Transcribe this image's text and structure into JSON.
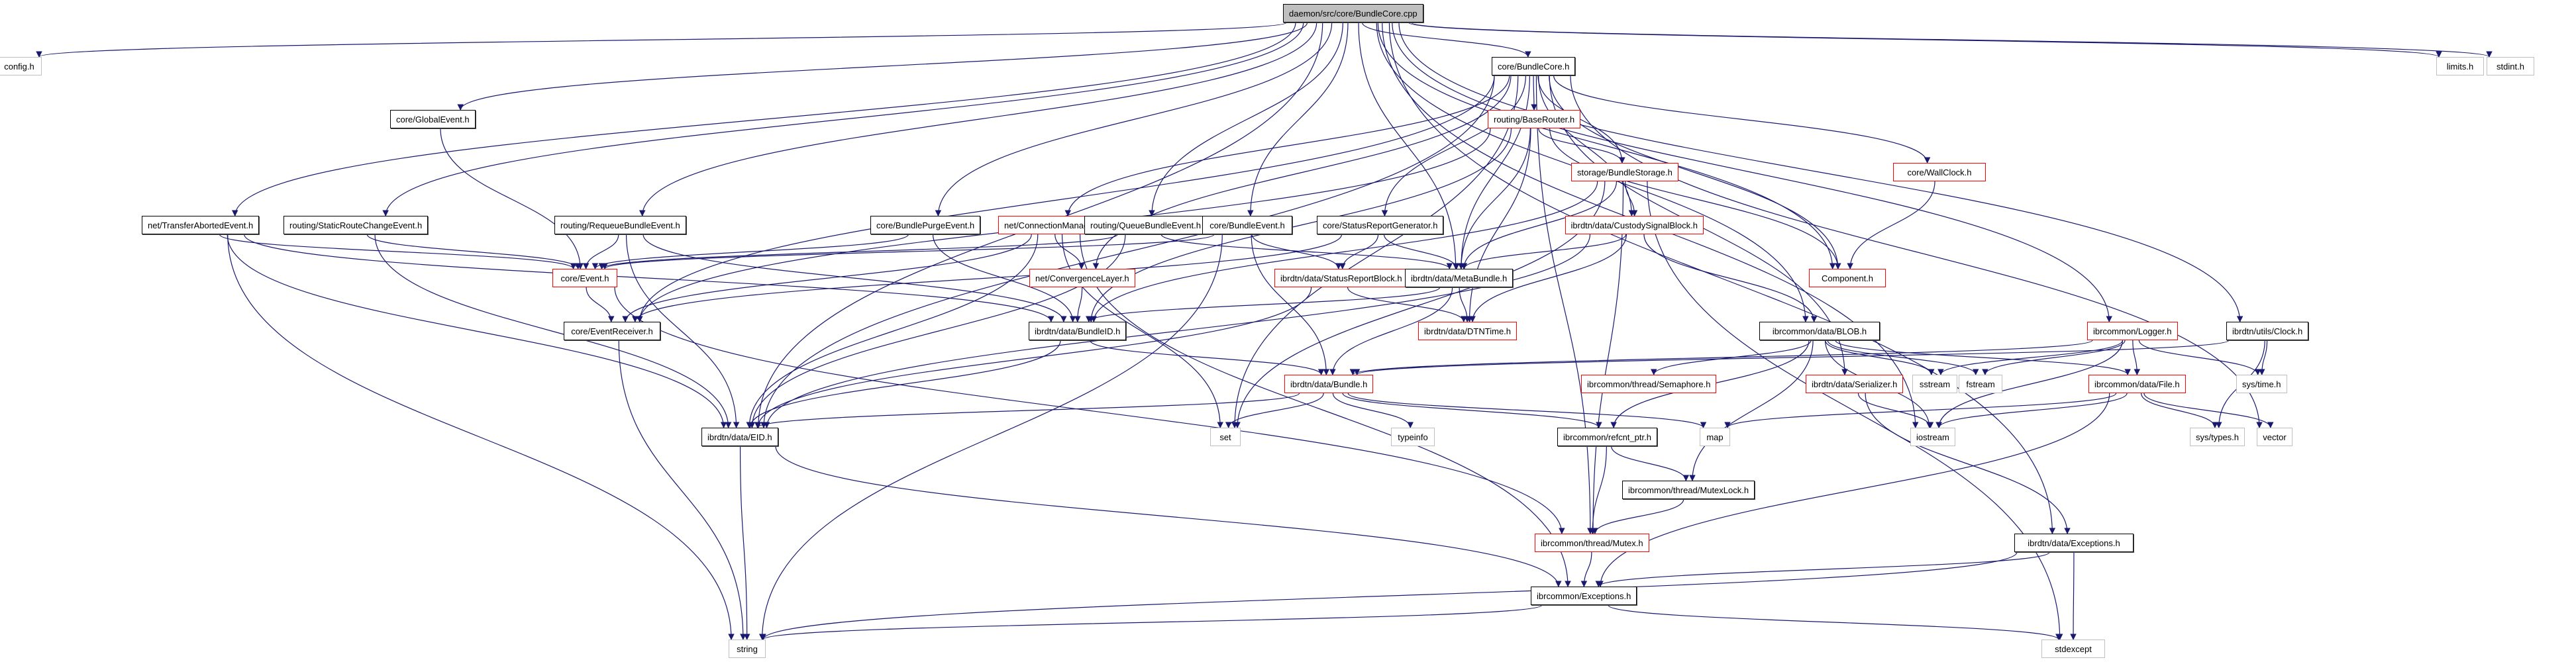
{
  "title": "daemon/src/core/BundleCore.cpp include dependency graph",
  "colors": {
    "edge": "#191970",
    "documented_border": "#000000",
    "truncated_border": "#ff0000",
    "external_border": "#bfbfbf",
    "root_fill": "#bfbfbf"
  },
  "nodes": [
    {
      "id": "root",
      "label": "daemon/src/core/BundleCore.cpp",
      "kind": "root"
    },
    {
      "id": "config",
      "label": "config.h",
      "kind": "ext"
    },
    {
      "id": "limits",
      "label": "limits.h",
      "kind": "ext"
    },
    {
      "id": "stdint",
      "label": "stdint.h",
      "kind": "ext"
    },
    {
      "id": "bundlecore_h",
      "label": "core/BundleCore.h",
      "kind": "doc"
    },
    {
      "id": "globalevent",
      "label": "core/GlobalEvent.h",
      "kind": "doc"
    },
    {
      "id": "transferaborted",
      "label": "net/TransferAbortedEvent.h",
      "kind": "doc"
    },
    {
      "id": "staticroute",
      "label": "routing/StaticRouteChangeEvent.h",
      "kind": "doc"
    },
    {
      "id": "requeue",
      "label": "routing/RequeueBundleEvent.h",
      "kind": "doc"
    },
    {
      "id": "bundlepurge",
      "label": "core/BundlePurgeEvent.h",
      "kind": "doc"
    },
    {
      "id": "connmgr",
      "label": "net/ConnectionManager.h",
      "kind": "red"
    },
    {
      "id": "queuebundle",
      "label": "routing/QueueBundleEvent.h",
      "kind": "doc"
    },
    {
      "id": "bundleevent",
      "label": "core/BundleEvent.h",
      "kind": "doc"
    },
    {
      "id": "statusgen",
      "label": "core/StatusReportGenerator.h",
      "kind": "doc"
    },
    {
      "id": "baserouter",
      "label": "routing/BaseRouter.h",
      "kind": "red"
    },
    {
      "id": "bundlestorage",
      "label": "storage/BundleStorage.h",
      "kind": "red"
    },
    {
      "id": "wallclock",
      "label": "core/WallClock.h",
      "kind": "red"
    },
    {
      "id": "custody",
      "label": "ibrdtn/data/CustodySignalBlock.h",
      "kind": "red"
    },
    {
      "id": "component",
      "label": "Component.h",
      "kind": "red"
    },
    {
      "id": "event",
      "label": "core/Event.h",
      "kind": "red"
    },
    {
      "id": "eventreceiver",
      "label": "core/EventReceiver.h",
      "kind": "doc"
    },
    {
      "id": "convlayer",
      "label": "net/ConvergenceLayer.h",
      "kind": "red"
    },
    {
      "id": "bundleid",
      "label": "ibrdtn/data/BundleID.h",
      "kind": "doc"
    },
    {
      "id": "statusreport",
      "label": "ibrdtn/data/StatusReportBlock.h",
      "kind": "red"
    },
    {
      "id": "metabundle",
      "label": "ibrdtn/data/MetaBundle.h",
      "kind": "doc"
    },
    {
      "id": "dtntime",
      "label": "ibrdtn/data/DTNTime.h",
      "kind": "red"
    },
    {
      "id": "blob",
      "label": "ibrcommon/data/BLOB.h",
      "kind": "doc"
    },
    {
      "id": "logger",
      "label": "ibrcommon/Logger.h",
      "kind": "red"
    },
    {
      "id": "clock",
      "label": "ibrdtn/utils/Clock.h",
      "kind": "doc"
    },
    {
      "id": "bundle",
      "label": "ibrdtn/data/Bundle.h",
      "kind": "red"
    },
    {
      "id": "semaphore",
      "label": "ibrcommon/thread/Semaphore.h",
      "kind": "red"
    },
    {
      "id": "serializer",
      "label": "ibrdtn/data/Serializer.h",
      "kind": "red"
    },
    {
      "id": "sstream",
      "label": "sstream",
      "kind": "ext"
    },
    {
      "id": "fstream",
      "label": "fstream",
      "kind": "ext"
    },
    {
      "id": "file",
      "label": "ibrcommon/data/File.h",
      "kind": "red"
    },
    {
      "id": "systime",
      "label": "sys/time.h",
      "kind": "ext"
    },
    {
      "id": "eid",
      "label": "ibrdtn/data/EID.h",
      "kind": "doc"
    },
    {
      "id": "set",
      "label": "set",
      "kind": "ext"
    },
    {
      "id": "typeinfo",
      "label": "typeinfo",
      "kind": "ext"
    },
    {
      "id": "refcnt",
      "label": "ibrcommon/refcnt_ptr.h",
      "kind": "doc"
    },
    {
      "id": "map",
      "label": "map",
      "kind": "ext"
    },
    {
      "id": "iostream",
      "label": "iostream",
      "kind": "ext"
    },
    {
      "id": "systypes",
      "label": "sys/types.h",
      "kind": "ext"
    },
    {
      "id": "vector",
      "label": "vector",
      "kind": "ext"
    },
    {
      "id": "mutexlock",
      "label": "ibrcommon/thread/MutexLock.h",
      "kind": "doc"
    },
    {
      "id": "mutex",
      "label": "ibrcommon/thread/Mutex.h",
      "kind": "red"
    },
    {
      "id": "dtnexceptions",
      "label": "ibrdtn/data/Exceptions.h",
      "kind": "doc"
    },
    {
      "id": "exceptions",
      "label": "ibrcommon/Exceptions.h",
      "kind": "doc"
    },
    {
      "id": "string",
      "label": "string",
      "kind": "ext"
    },
    {
      "id": "stdexcept",
      "label": "stdexcept",
      "kind": "ext"
    }
  ],
  "edges": [
    [
      "root",
      "config"
    ],
    [
      "root",
      "limits"
    ],
    [
      "root",
      "stdint"
    ],
    [
      "root",
      "bundlecore_h"
    ],
    [
      "root",
      "globalevent"
    ],
    [
      "root",
      "transferaborted"
    ],
    [
      "root",
      "staticroute"
    ],
    [
      "root",
      "requeue"
    ],
    [
      "root",
      "bundlepurge"
    ],
    [
      "root",
      "queuebundle"
    ],
    [
      "root",
      "bundleevent"
    ],
    [
      "root",
      "metabundle"
    ],
    [
      "root",
      "eid"
    ],
    [
      "root",
      "logger"
    ],
    [
      "root",
      "clock"
    ],
    [
      "root",
      "dtnexceptions"
    ],
    [
      "root",
      "iostream"
    ],
    [
      "root",
      "blob"
    ],
    [
      "root",
      "component"
    ],
    [
      "bundlecore_h",
      "baserouter"
    ],
    [
      "bundlecore_h",
      "bundlestorage"
    ],
    [
      "bundlecore_h",
      "wallclock"
    ],
    [
      "bundlecore_h",
      "custody"
    ],
    [
      "bundlecore_h",
      "component"
    ],
    [
      "bundlecore_h",
      "connmgr"
    ],
    [
      "bundlecore_h",
      "statusgen"
    ],
    [
      "bundlecore_h",
      "convlayer"
    ],
    [
      "bundlecore_h",
      "eventreceiver"
    ],
    [
      "bundlecore_h",
      "eid"
    ],
    [
      "bundlecore_h",
      "set"
    ],
    [
      "bundlecore_h",
      "vector"
    ],
    [
      "bundlecore_h",
      "serializer"
    ],
    [
      "bundlecore_h",
      "metabundle"
    ],
    [
      "bundlecore_h",
      "mutex"
    ],
    [
      "globalevent",
      "event"
    ],
    [
      "transferaborted",
      "event"
    ],
    [
      "transferaborted",
      "eid"
    ],
    [
      "transferaborted",
      "bundleid"
    ],
    [
      "transferaborted",
      "string"
    ],
    [
      "staticroute",
      "event"
    ],
    [
      "staticroute",
      "eid"
    ],
    [
      "requeue",
      "event"
    ],
    [
      "requeue",
      "eid"
    ],
    [
      "requeue",
      "bundleid"
    ],
    [
      "bundlepurge",
      "event"
    ],
    [
      "bundlepurge",
      "bundleid"
    ],
    [
      "connmgr",
      "convlayer"
    ],
    [
      "connmgr",
      "eventreceiver"
    ],
    [
      "connmgr",
      "eid"
    ],
    [
      "connmgr",
      "exceptions"
    ],
    [
      "connmgr",
      "set"
    ],
    [
      "queuebundle",
      "event"
    ],
    [
      "queuebundle",
      "eid"
    ],
    [
      "queuebundle",
      "metabundle"
    ],
    [
      "bundleevent",
      "event"
    ],
    [
      "bundleevent",
      "bundle"
    ],
    [
      "bundleevent",
      "statusreport"
    ],
    [
      "bundleevent",
      "string"
    ],
    [
      "statusgen",
      "eventreceiver"
    ],
    [
      "statusgen",
      "statusreport"
    ],
    [
      "statusgen",
      "metabundle"
    ],
    [
      "baserouter",
      "bundlestorage"
    ],
    [
      "baserouter",
      "eventreceiver"
    ],
    [
      "baserouter",
      "bundleid"
    ],
    [
      "baserouter",
      "metabundle"
    ],
    [
      "baserouter",
      "dtntime"
    ],
    [
      "baserouter",
      "component"
    ],
    [
      "bundlestorage",
      "custody"
    ],
    [
      "bundlestorage",
      "metabundle"
    ],
    [
      "bundlestorage",
      "bundleid"
    ],
    [
      "bundlestorage",
      "set"
    ],
    [
      "bundlestorage",
      "mutex"
    ],
    [
      "bundlestorage",
      "stdexcept"
    ],
    [
      "wallclock",
      "component"
    ],
    [
      "custody",
      "metabundle"
    ],
    [
      "custody",
      "dtntime"
    ],
    [
      "custody",
      "blob"
    ],
    [
      "custody",
      "eid"
    ],
    [
      "event",
      "eventreceiver"
    ],
    [
      "event",
      "mutex"
    ],
    [
      "eventreceiver",
      "string"
    ],
    [
      "convlayer",
      "bundleid"
    ],
    [
      "bundleid",
      "eid"
    ],
    [
      "bundleid",
      "bundle"
    ],
    [
      "statusreport",
      "dtntime"
    ],
    [
      "statusreport",
      "eid"
    ],
    [
      "metabundle",
      "dtntime"
    ],
    [
      "metabundle",
      "bundleid"
    ],
    [
      "metabundle",
      "bundle"
    ],
    [
      "blob",
      "semaphore"
    ],
    [
      "blob",
      "refcnt"
    ],
    [
      "blob",
      "mutexlock"
    ],
    [
      "blob",
      "sstream"
    ],
    [
      "blob",
      "fstream"
    ],
    [
      "blob",
      "file"
    ],
    [
      "blob",
      "iostream"
    ],
    [
      "logger",
      "sstream"
    ],
    [
      "logger",
      "fstream"
    ],
    [
      "logger",
      "file"
    ],
    [
      "logger",
      "systime"
    ],
    [
      "logger",
      "iostream"
    ],
    [
      "logger",
      "bundle"
    ],
    [
      "clock",
      "systime"
    ],
    [
      "clock",
      "systypes"
    ],
    [
      "clock",
      "bundle"
    ],
    [
      "bundle",
      "eid"
    ],
    [
      "bundle",
      "set"
    ],
    [
      "bundle",
      "typeinfo"
    ],
    [
      "bundle",
      "refcnt"
    ],
    [
      "bundle",
      "map"
    ],
    [
      "serializer",
      "iostream"
    ],
    [
      "serializer",
      "dtnexceptions"
    ],
    [
      "file",
      "systypes"
    ],
    [
      "file",
      "vector"
    ],
    [
      "file",
      "map"
    ],
    [
      "file",
      "exceptions"
    ],
    [
      "file",
      "iostream"
    ],
    [
      "eid",
      "string"
    ],
    [
      "eid",
      "exceptions"
    ],
    [
      "refcnt",
      "mutexlock"
    ],
    [
      "refcnt",
      "mutex"
    ],
    [
      "mutexlock",
      "mutex"
    ],
    [
      "mutex",
      "exceptions"
    ],
    [
      "dtnexceptions",
      "exceptions"
    ],
    [
      "dtnexceptions",
      "string"
    ],
    [
      "dtnexceptions",
      "stdexcept"
    ],
    [
      "exceptions",
      "string"
    ],
    [
      "exceptions",
      "stdexcept"
    ]
  ]
}
